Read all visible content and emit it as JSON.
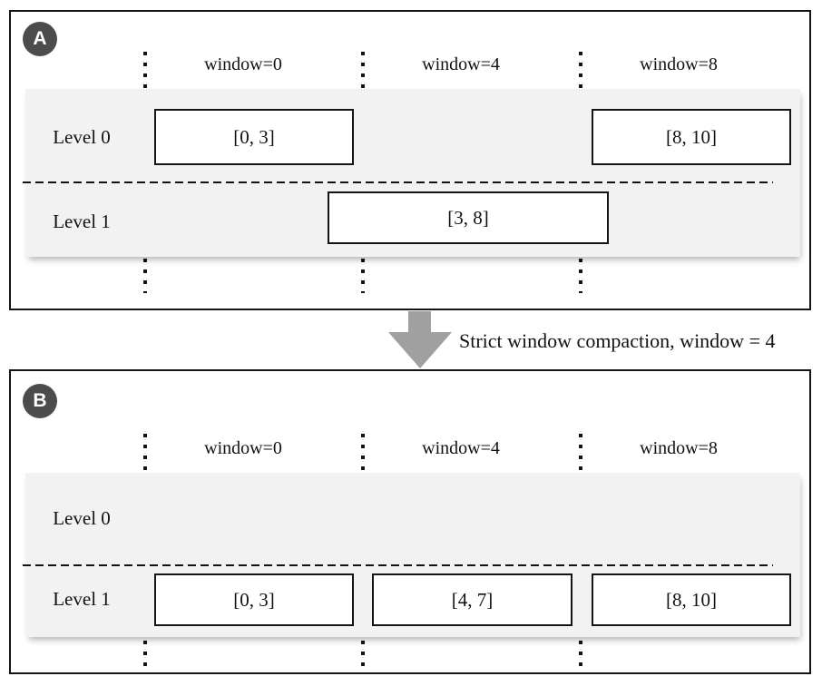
{
  "diagram": {
    "panel_a": {
      "badge": "A",
      "col_labels": [
        "window=0",
        "window=4",
        "window=8"
      ],
      "row_labels": [
        "Level 0",
        "Level 1"
      ],
      "level0_boxes": [
        "[0, 3]",
        "[8, 10]"
      ],
      "level1_boxes": [
        "[3, 8]"
      ]
    },
    "panel_b": {
      "badge": "B",
      "col_labels": [
        "window=0",
        "window=4",
        "window=8"
      ],
      "row_labels": [
        "Level 0",
        "Level 1"
      ],
      "level0_boxes": [],
      "level1_boxes": [
        "[0, 3]",
        "[4, 7]",
        "[8, 10]"
      ]
    },
    "transition_label": "Strict window compaction, window = 4"
  },
  "colors": {
    "badge_bg": "#4c4c4c",
    "band_bg": "#f2f2f2",
    "arrow": "#a0a0a0",
    "line": "#151515",
    "background": "#ffffff"
  }
}
